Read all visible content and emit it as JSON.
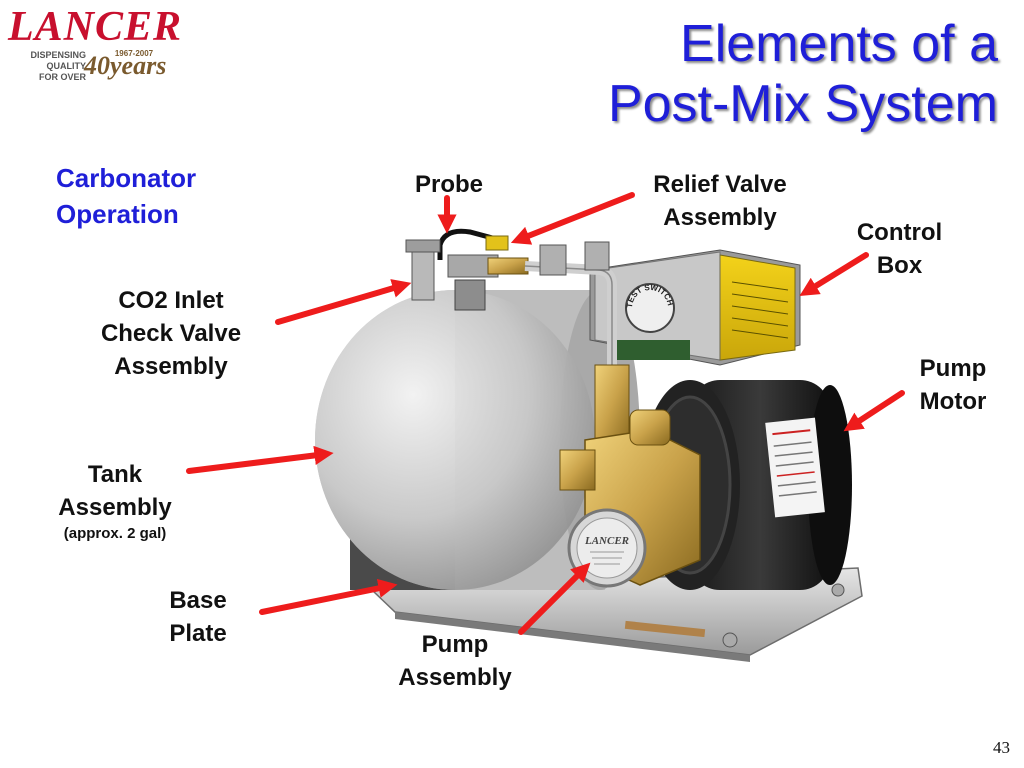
{
  "logo": {
    "brand": "LANCER",
    "tagline_1": "DISPENSING QUALITY",
    "tagline_2": "FOR OVER",
    "years_range": "1967-2007",
    "years_text": "40years"
  },
  "title": {
    "line1": "Elements of a",
    "line2": "Post-Mix System"
  },
  "link": "Carbonator Operation",
  "labels": {
    "probe": "Probe",
    "relief_valve_1": "Relief Valve",
    "relief_valve_2": "Assembly",
    "control_box_1": "Control",
    "control_box_2": "Box",
    "co2_1": "CO2 Inlet",
    "co2_2": "Check Valve",
    "co2_3": "Assembly",
    "pump_motor_1": "Pump",
    "pump_motor_2": "Motor",
    "tank_1": "Tank",
    "tank_2": "Assembly",
    "tank_note": "(approx. 2 gal)",
    "base_plate_1": "Base",
    "base_plate_2": "Plate",
    "pump_assembly_1": "Pump",
    "pump_assembly_2": "Assembly"
  },
  "machine_markings": {
    "test_switch": "TEST SWITCH ONLY",
    "pump_badge": "LANCER"
  },
  "page_number": "43",
  "colors": {
    "title": "#1f1fd8",
    "arrow": "#ee1c1c",
    "brand_red": "#c8102e",
    "brass": "#c9a24a"
  }
}
